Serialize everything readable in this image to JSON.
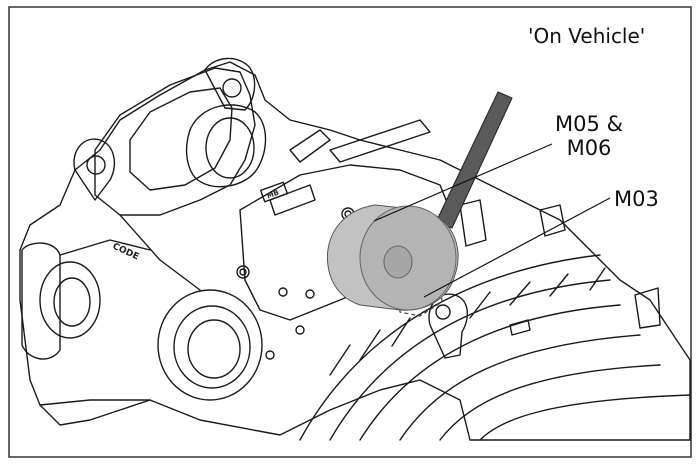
{
  "figure": {
    "context_label": "'On Vehicle'",
    "callouts": [
      {
        "id": "m05-m06",
        "text_line1": "M05 &",
        "text_line2": "M06"
      },
      {
        "id": "m03",
        "text": "M03"
      }
    ],
    "embossed_marks": [
      "CODE",
      "MB"
    ],
    "colors": {
      "border": "#333333",
      "line": "#1a1a1a",
      "tool_disc": "#bdbdbd",
      "tool_rod": "#5a5a5a",
      "background": "#ffffff"
    }
  }
}
